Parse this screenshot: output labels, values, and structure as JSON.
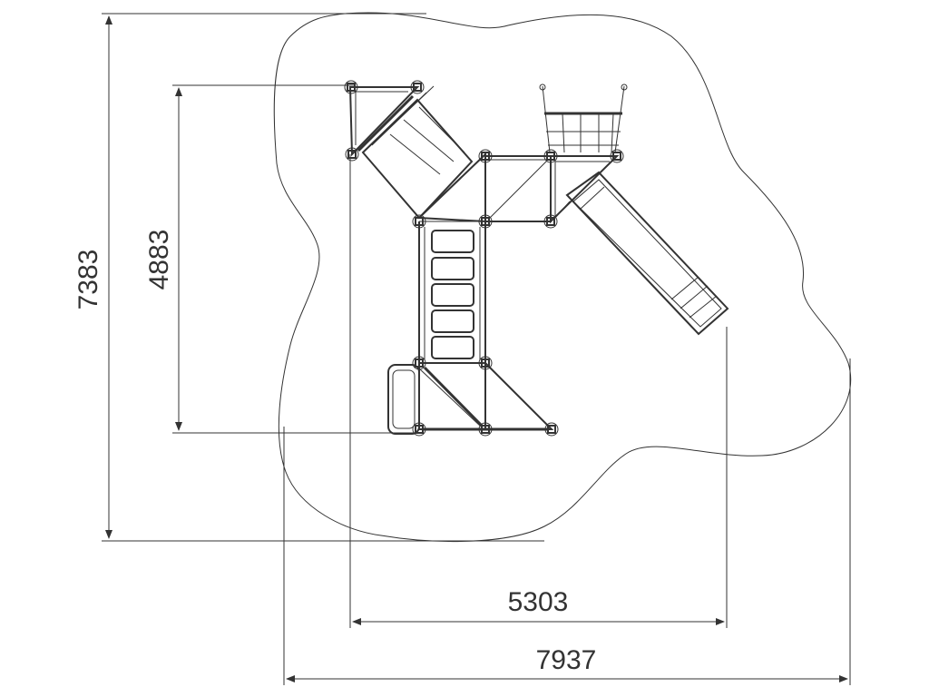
{
  "dimensions": {
    "total_height": "7383",
    "inner_height": "4883",
    "inner_width": "5303",
    "total_width": "7937"
  },
  "colors": {
    "line": "#333333",
    "background": "#ffffff"
  }
}
